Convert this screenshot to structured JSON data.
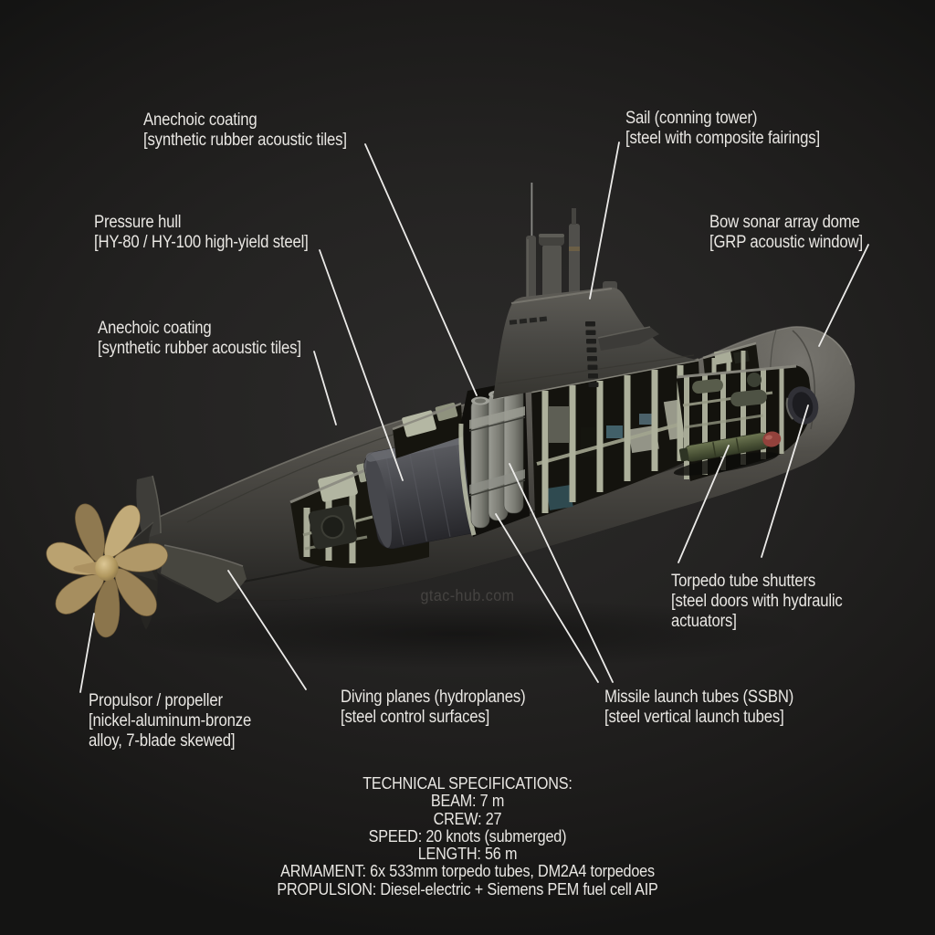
{
  "meta": {
    "watermark": "gtac-hub.com"
  },
  "colors": {
    "background": "#232221",
    "text": "#e9e7e3",
    "leader_line": "#ecebe9",
    "hull_grey": "#57554f",
    "interior_frame": "#adb09b",
    "propeller_bronze": "#b09868",
    "torpedo_body": "#55603f",
    "torpedo_tip": "#93423c",
    "watermark_grey": "#5c5956"
  },
  "labels": {
    "anechoic_top": {
      "lines": [
        "Anechoic coating",
        "[synthetic rubber acoustic tiles]"
      ]
    },
    "sail": {
      "lines": [
        "Sail (conning tower)",
        "[steel with composite fairings]"
      ]
    },
    "pressure_hull": {
      "lines": [
        "Pressure hull",
        "[HY-80 / HY-100 high-yield steel]"
      ]
    },
    "bow_sonar": {
      "lines": [
        "Bow sonar array dome",
        "[GRP acoustic window]"
      ]
    },
    "anechoic_left": {
      "lines": [
        "Anechoic coating",
        "[synthetic rubber acoustic tiles]"
      ]
    },
    "torpedo_shutters": {
      "lines": [
        "Torpedo tube shutters",
        "[steel doors with hydraulic",
        "actuators]"
      ]
    },
    "propulsor": {
      "lines": [
        "Propulsor / propeller",
        "[nickel-aluminum-bronze",
        "alloy, 7-blade skewed]"
      ]
    },
    "diving_planes": {
      "lines": [
        "Diving planes (hydroplanes)",
        "[steel control surfaces]"
      ]
    },
    "missile_tubes": {
      "lines": [
        "Missile launch tubes (SSBN)",
        "[steel vertical launch tubes]"
      ]
    }
  },
  "specs": {
    "lines": [
      "TECHNICAL SPECIFICATIONS:",
      "BEAM: 7 m",
      "CREW: 27",
      "SPEED: 20 knots (submerged)",
      "LENGTH: 56 m",
      "ARMAMENT: 6x 533mm torpedo tubes, DM2A4 torpedoes",
      "PROPULSION: Diesel-electric + Siemens PEM fuel cell AIP"
    ]
  }
}
